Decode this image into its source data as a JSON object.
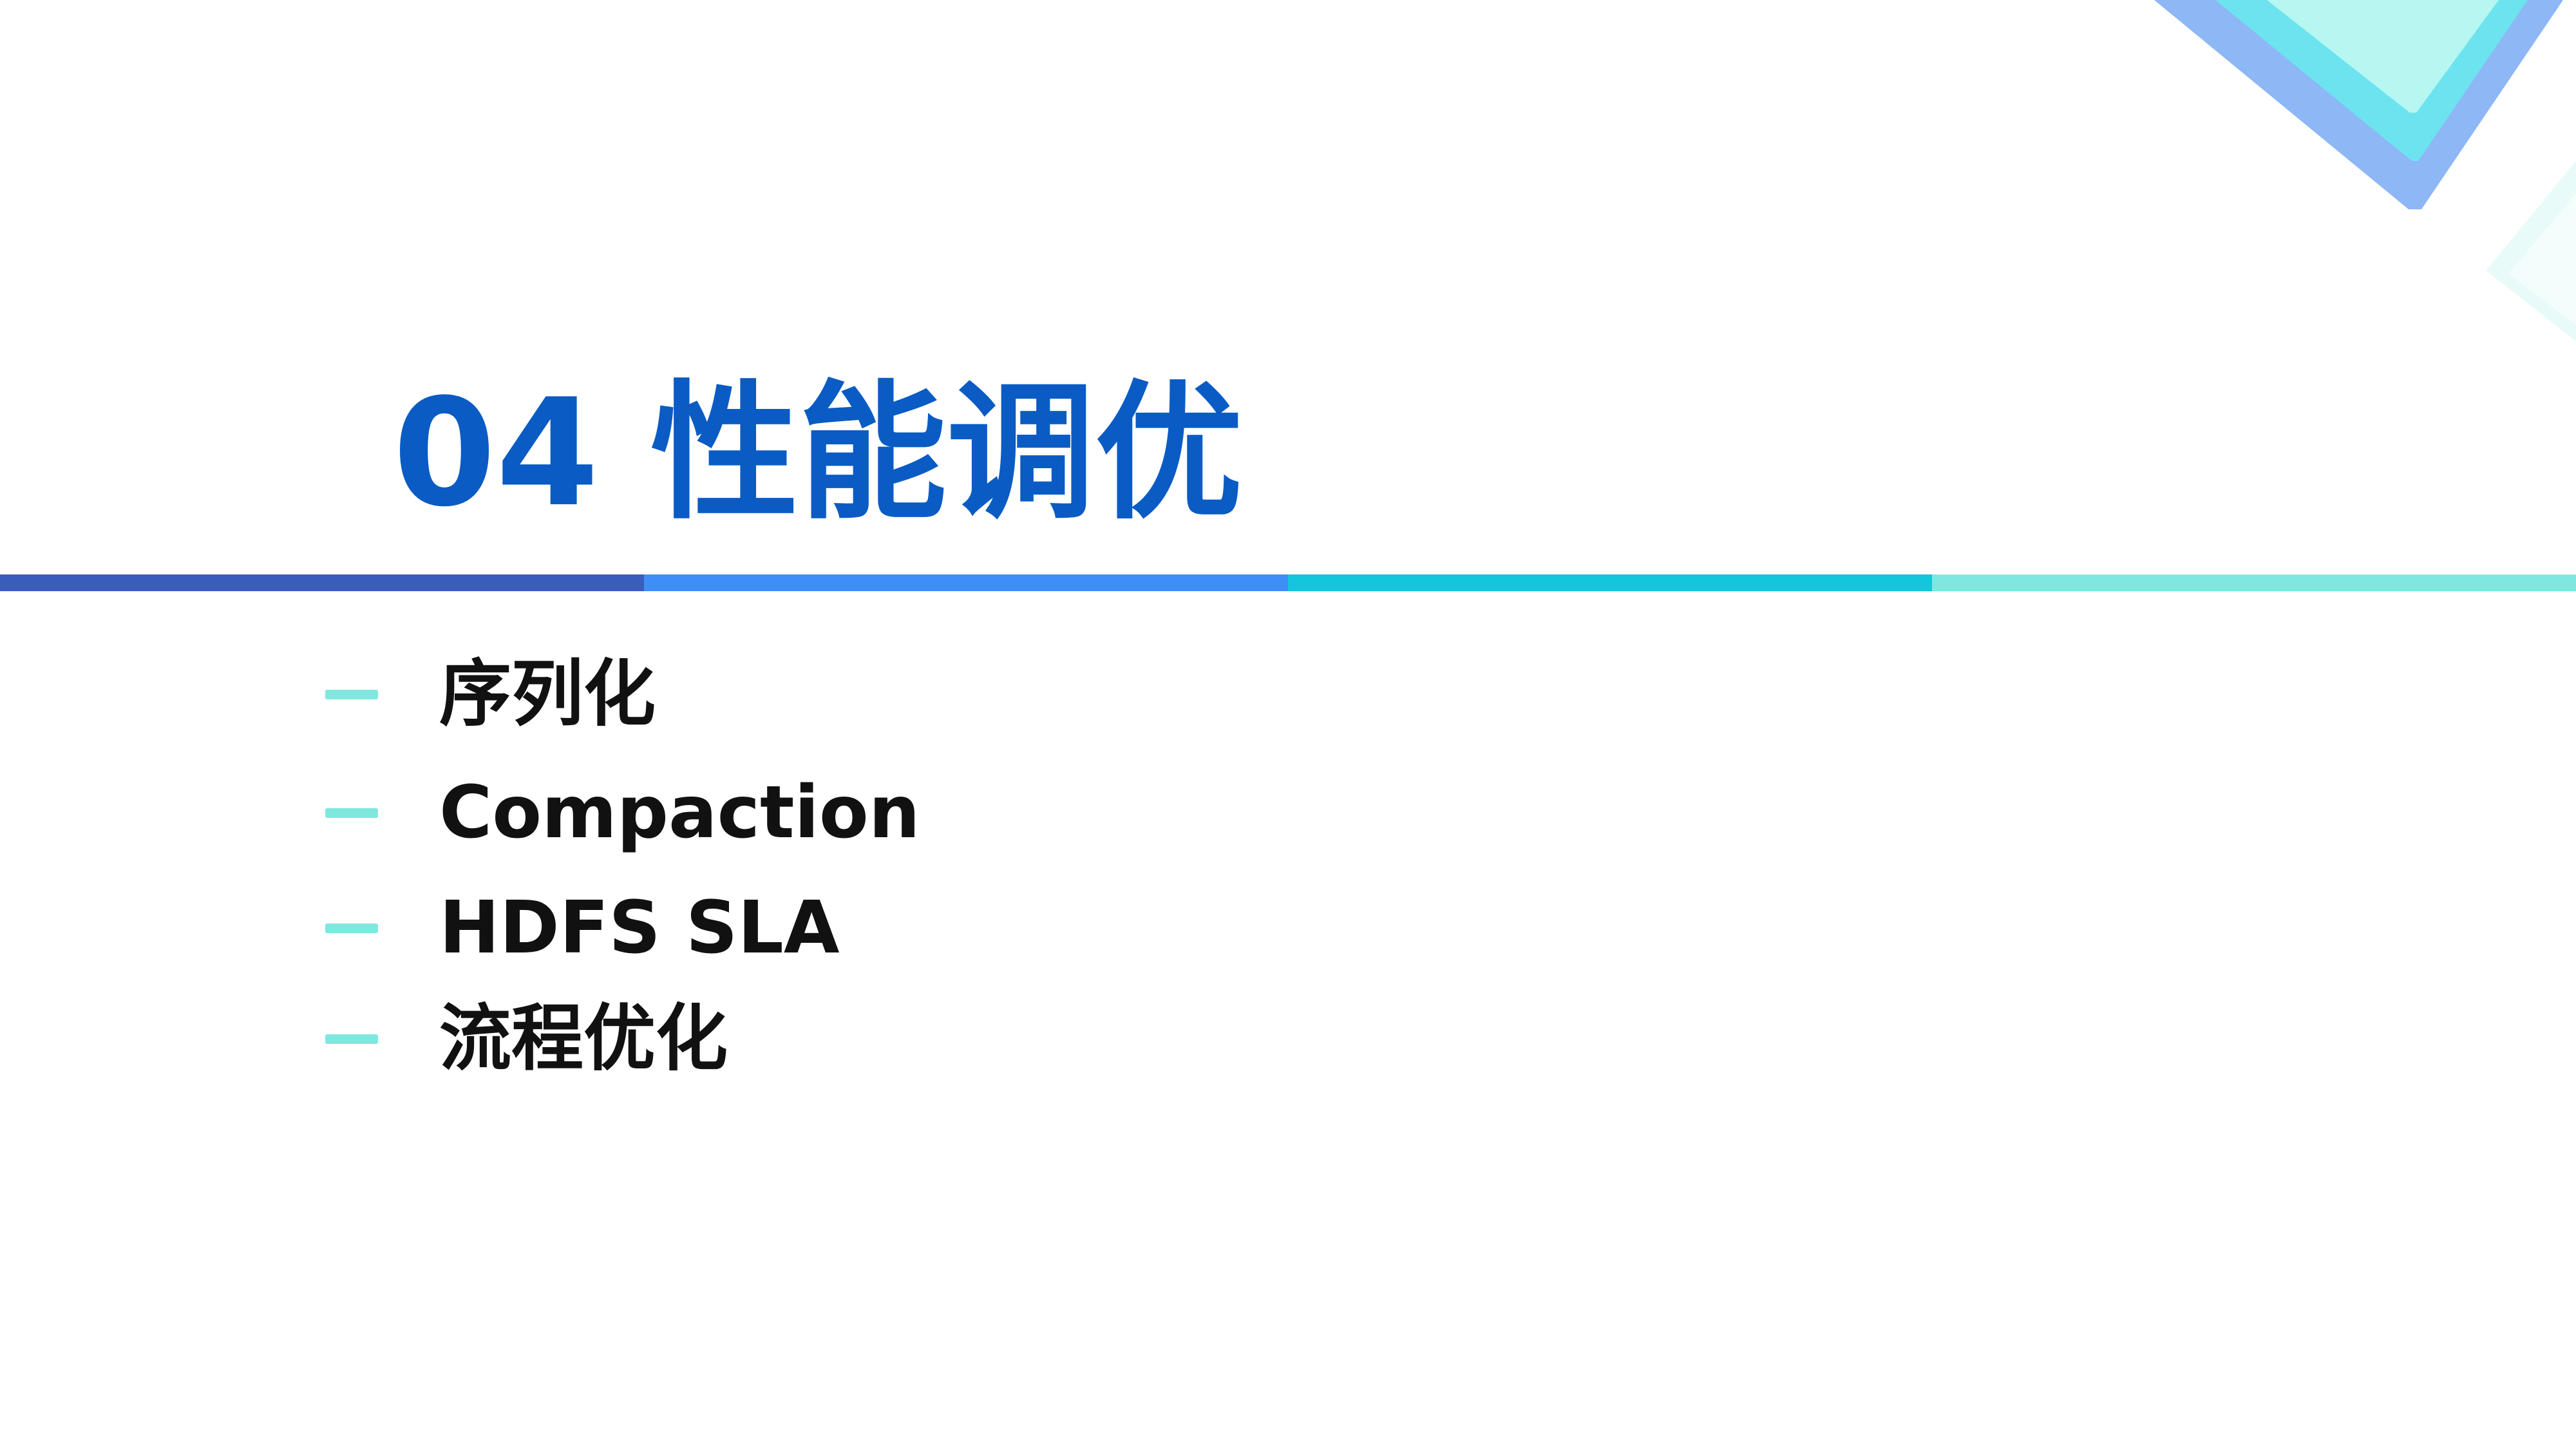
{
  "slide": {
    "title": "04 性能调优",
    "items": [
      {
        "label": "序列化"
      },
      {
        "label": "Compaction"
      },
      {
        "label": "HDFS SLA"
      },
      {
        "label": "流程优化"
      }
    ]
  },
  "colors": {
    "title": "#0a5bc4",
    "item_text": "#111111",
    "bullet_dash": "#7ee8df",
    "rule_segments": [
      "#3a5dbd",
      "#3f8ef7",
      "#13c6dc",
      "#7ee8df"
    ],
    "corner_outer": "#8db7f5",
    "corner_middle": "#6de3f0",
    "corner_inner": "#b6f7f1",
    "corner_faint": "#e8fbf8"
  },
  "icons": {
    "bullet": "dash-bullet-icon",
    "decoration": "corner-chevron-decoration"
  }
}
